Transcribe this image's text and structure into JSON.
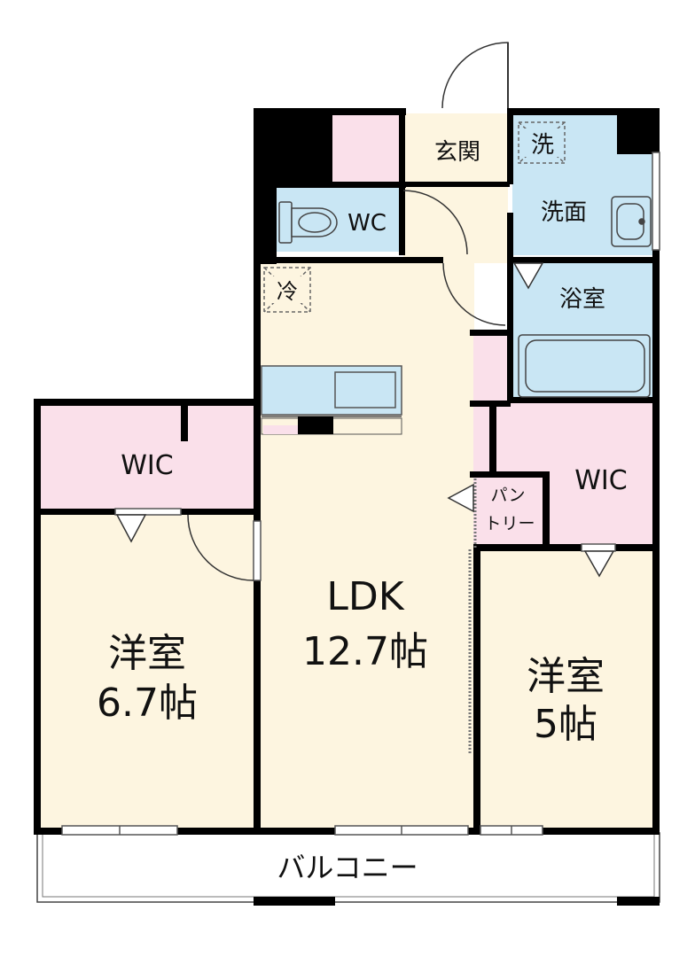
{
  "rooms": {
    "entrance": "玄関",
    "toilet": "WC",
    "washer": "洗",
    "washroom": "洗面",
    "bath": "浴室",
    "fridge": "冷",
    "wic_left": "WIC",
    "wic_right": "WIC",
    "pantry_line1": "パン",
    "pantry_line2": "トリー",
    "ldk_name": "LDK",
    "ldk_size": "12.7帖",
    "western_left_name": "洋室",
    "western_left_size": "6.7帖",
    "western_right_name": "洋室",
    "western_right_size": "5帖",
    "balcony": "バルコニー"
  },
  "colors": {
    "wall": "#000000",
    "living_floor": "#fdf5e0",
    "wet_area": "#c9e6f4",
    "storage": "#fae0ea",
    "balcony": "#ffffff"
  }
}
